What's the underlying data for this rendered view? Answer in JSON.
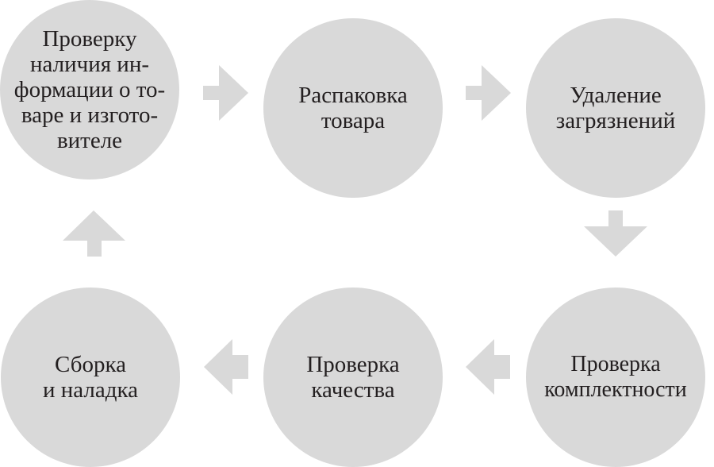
{
  "steps": [
    {
      "label": "Проверку\nналичия ин-\nформации о то-\nваре и изгото-\nвителе"
    },
    {
      "label": "Распаковка\nтовара"
    },
    {
      "label": "Удаление\nзагрязнений"
    },
    {
      "label": "Проверка\nкомплектности"
    },
    {
      "label": "Проверка\nкачества"
    },
    {
      "label": "Сборка\nи наладка"
    }
  ],
  "colors": {
    "circle_fill": "#d9d9d9",
    "arrow_fill": "#d9d9d9",
    "text": "#231f20"
  }
}
